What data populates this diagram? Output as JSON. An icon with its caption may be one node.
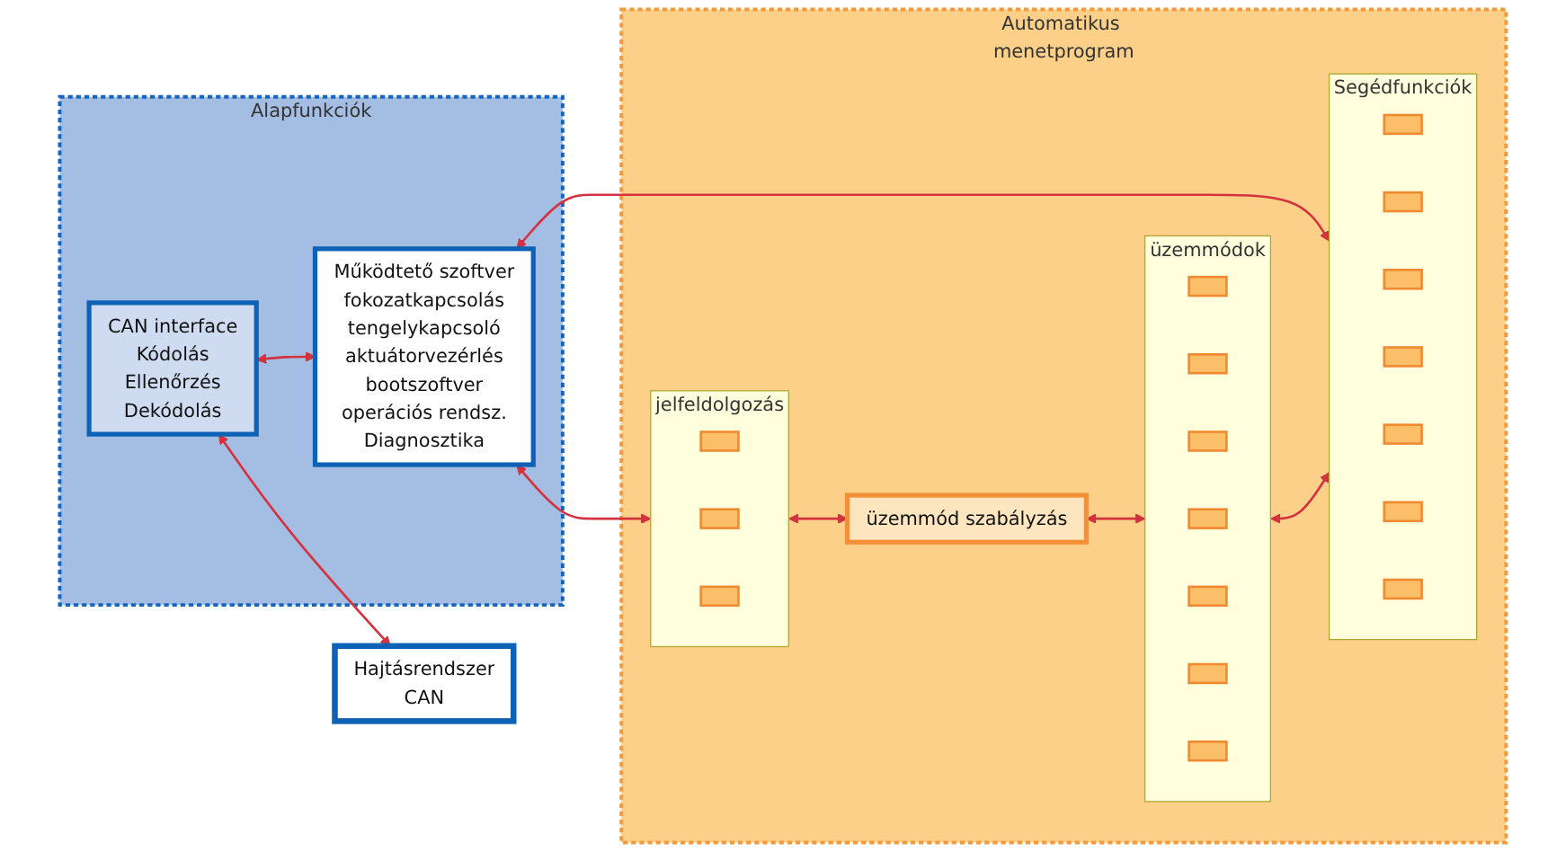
{
  "diagram": {
    "nodes": [
      {
        "text": [
          "Alapfunkciók"
        ]
      },
      {
        "text": [
          "CAN interface",
          "Kódolás",
          "Ellenőrzés",
          "Dekódolás"
        ],
        "in": 0
      },
      {
        "text": [
          "Működtető szoftver",
          "fokozatkapcsolás",
          "tengelykapcsoló",
          "aktuátorvezérlés",
          "bootszoftver",
          "operációs rendsz.",
          "Diagnosztika"
        ],
        "in": 0
      },
      {
        "text": [
          "Automatikus menetprogram"
        ]
      },
      {
        "text": [
          "jelfeldolgozás"
        ],
        "in": 3
      },
      {
        "text": [
          "üzemmód szabályzás"
        ],
        "in": 3
      },
      {
        "text": [
          "üzemmódok"
        ],
        "in": 3
      },
      {
        "text": [
          "Segédfunkciók"
        ],
        "in": 3
      },
      {
        "text": [
          "Hajtásrendszer",
          "CAN"
        ]
      },
      {
        "text": [],
        "shape": "box",
        "in": 4
      },
      {
        "text": [],
        "shape": "box",
        "in": 4
      },
      {
        "text": [],
        "shape": "box",
        "in": 4
      },
      {
        "text": [],
        "shape": "box",
        "in": 6
      },
      {
        "text": [],
        "shape": "box",
        "in": 6
      },
      {
        "text": [],
        "shape": "box",
        "in": 6
      },
      {
        "text": [],
        "shape": "box",
        "in": 6
      },
      {
        "text": [],
        "shape": "box",
        "in": 6
      },
      {
        "text": [],
        "shape": "box",
        "in": 6
      },
      {
        "text": [],
        "shape": "box",
        "in": 6
      },
      {
        "text": [],
        "shape": "box",
        "in": 7
      },
      {
        "text": [],
        "shape": "box",
        "in": 7
      },
      {
        "text": [],
        "shape": "box",
        "in": 7
      },
      {
        "text": [],
        "shape": "box",
        "in": 7
      },
      {
        "text": [],
        "shape": "box",
        "in": 7
      },
      {
        "text": [],
        "shape": "box",
        "in": 7
      },
      {
        "text": [],
        "shape": "box",
        "in": 7
      }
    ],
    "edges": [
      {
        "from": 1,
        "to": 8,
        "arrow": "both"
      },
      {
        "from": 1,
        "to": 2,
        "arrow": "both"
      },
      {
        "from": 2,
        "to": 4,
        "arrow": "both"
      },
      {
        "from": 2,
        "to": 7,
        "arrow": "both"
      },
      {
        "from": 4,
        "to": 5,
        "arrow": "both"
      },
      {
        "from": 5,
        "to": 6,
        "arrow": "both"
      },
      {
        "from": 6,
        "to": 7,
        "arrow": "both"
      }
    ]
  }
}
